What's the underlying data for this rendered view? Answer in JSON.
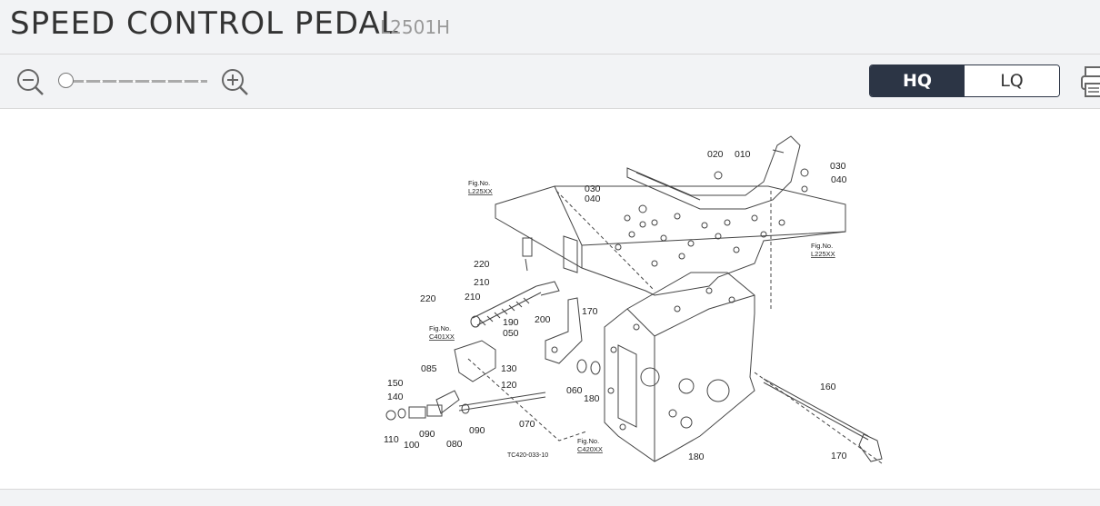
{
  "header": {
    "title": "SPEED CONTROL PEDAL",
    "model": "L2501H"
  },
  "toolbar": {
    "zoom_level": 0,
    "quality_options": [
      "HQ",
      "LQ"
    ],
    "selected_quality": "HQ",
    "icons": [
      "zoom-out-icon",
      "zoom-in-icon",
      "printer-icon"
    ],
    "accent_color": "#2c3545"
  },
  "diagram": {
    "part_labels": [
      {
        "id": "p020",
        "text": "020"
      },
      {
        "id": "p010",
        "text": "010"
      },
      {
        "id": "p030a",
        "text": "030"
      },
      {
        "id": "p040a",
        "text": "040"
      },
      {
        "id": "p030b",
        "text": "030"
      },
      {
        "id": "p040b",
        "text": "040"
      },
      {
        "id": "p220a",
        "text": "220"
      },
      {
        "id": "p210a",
        "text": "210"
      },
      {
        "id": "p220b",
        "text": "220"
      },
      {
        "id": "p210b",
        "text": "210"
      },
      {
        "id": "p190",
        "text": "190"
      },
      {
        "id": "p200",
        "text": "200"
      },
      {
        "id": "p170a",
        "text": "170"
      },
      {
        "id": "p050",
        "text": "050"
      },
      {
        "id": "p085",
        "text": "085"
      },
      {
        "id": "p130",
        "text": "130"
      },
      {
        "id": "p150",
        "text": "150"
      },
      {
        "id": "p120",
        "text": "120"
      },
      {
        "id": "p060",
        "text": "060"
      },
      {
        "id": "p180a",
        "text": "180"
      },
      {
        "id": "p140",
        "text": "140"
      },
      {
        "id": "p090a",
        "text": "090"
      },
      {
        "id": "p090b",
        "text": "090"
      },
      {
        "id": "p070",
        "text": "070"
      },
      {
        "id": "p110",
        "text": "110"
      },
      {
        "id": "p100",
        "text": "100"
      },
      {
        "id": "p080",
        "text": "080"
      },
      {
        "id": "p160",
        "text": "160"
      },
      {
        "id": "p180b",
        "text": "180"
      },
      {
        "id": "p170b",
        "text": "170"
      }
    ],
    "fig_refs": [
      {
        "id": "f1",
        "line1": "Fig.No.",
        "line2": "L225XX"
      },
      {
        "id": "f2",
        "line1": "Fig.No.",
        "line2": "L225XX"
      },
      {
        "id": "f3",
        "line1": "Fig.No.",
        "line2": "C401XX"
      },
      {
        "id": "f4",
        "line1": "Fig.No.",
        "line2": "C420XX"
      }
    ],
    "drawing_code": "TC420-033-10"
  }
}
